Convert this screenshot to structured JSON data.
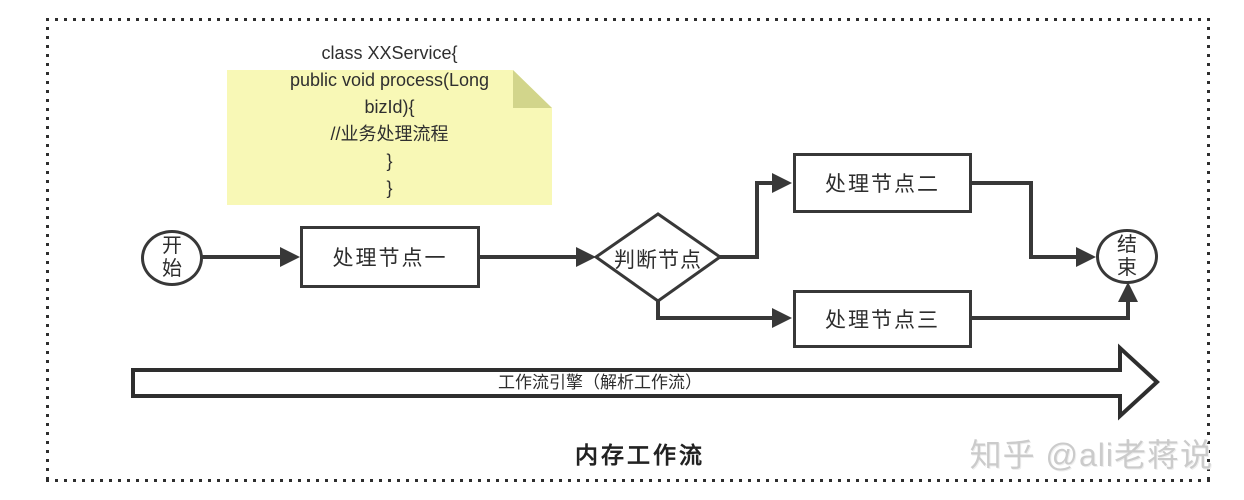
{
  "note": {
    "code": "class XXService{\npublic void process(Long\nbizId){\n//业务处理流程\n}\n}"
  },
  "nodes": {
    "start": "开始",
    "process1": "处理节点一",
    "decision": "判断节点",
    "process2": "处理节点二",
    "process3": "处理节点三",
    "end": "结束"
  },
  "engine_arrow_label": "工作流引擎（解析工作流）",
  "title": "内存工作流",
  "watermark": "知乎 @ali老蒋说",
  "colors": {
    "line": "#383838",
    "note_bg": "#f8f8b6",
    "note_fold": "#d2d58b",
    "watermark": "#cbcbcb",
    "background": "#ffffff"
  }
}
